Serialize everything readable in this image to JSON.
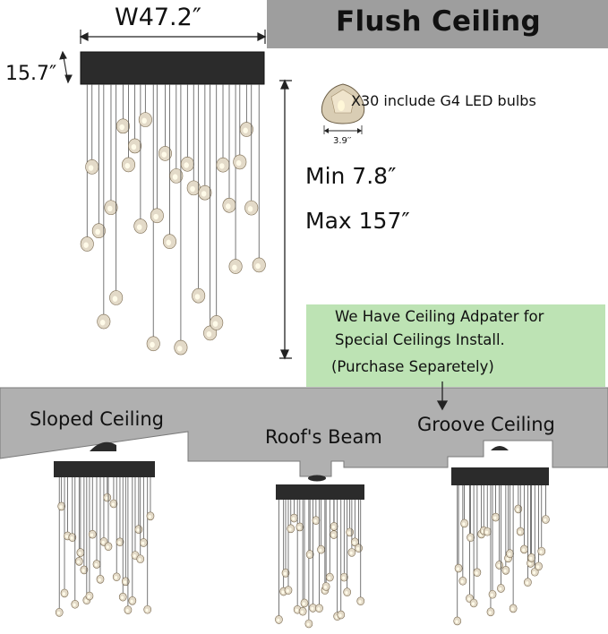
{
  "title": "Flush Ceiling",
  "dimensions": {
    "width": "W47.2″",
    "height": "15.7″",
    "min_drop": "Min 7.8″",
    "max_drop": "Max 157″"
  },
  "bulb": {
    "description": "X30 include G4 LED bulbs",
    "size": "3.9′′"
  },
  "adapter_note": {
    "line1": "We Have Ceiling Adpater for",
    "line2": "Special Ceilings Install.",
    "line3": "(Purchase Separetely)"
  },
  "ceiling_types": {
    "sloped": "Sloped Ceiling",
    "beam": "Roof's Beam",
    "groove": "Groove Ceiling"
  },
  "colors": {
    "band_gray": "#9e9e9e",
    "ceiling_gray": "#b0b0b0",
    "note_green": "#bde3b4",
    "canopy": "#2b2b2b"
  }
}
